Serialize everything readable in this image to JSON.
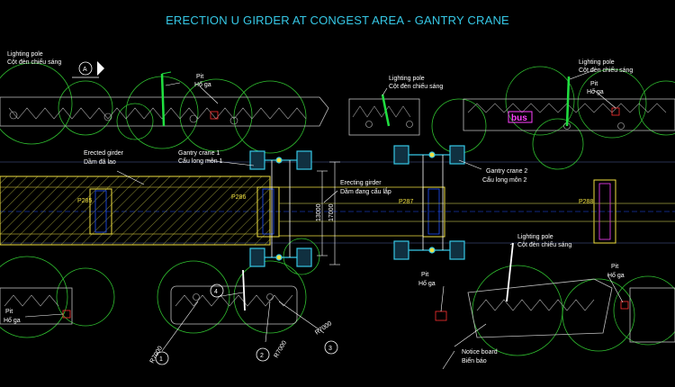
{
  "title": "ERECTION U GIRDER AT CONGEST AREA - GANTRY CRANE",
  "north_mark": "A",
  "labels": {
    "lighting_pole_en": "Lighting pole",
    "lighting_pole_vi": "Cột đèn chiếu sáng",
    "pit_en": "Pit",
    "pit_vi": "Hố ga",
    "erected_en": "Erected girder",
    "erected_vi": "Dầm đã lao",
    "gantry1_en": "Gantry crane 1",
    "gantry1_vi": "Cẩu long môn 1",
    "gantry2_en": "Gantry crane 2",
    "gantry2_vi": "Cẩu long môn 2",
    "erecting_en": "Erecting girder",
    "erecting_vi": "Dầm đang cẩu lắp",
    "bus": "bus",
    "notice_en": "Notice board",
    "notice_vi": "Biển báo"
  },
  "piers": {
    "p1": "P285",
    "p2": "P286",
    "p3": "P287",
    "p4": "P288"
  },
  "dims": {
    "d1": "13000",
    "d2": "17000"
  },
  "radii": {
    "r1": "R7000",
    "r2": "R7000",
    "r3": "R7000"
  },
  "markers": {
    "m1": "1",
    "m2": "2",
    "m3": "3",
    "m4": "4"
  },
  "colors": {
    "background": "#000000",
    "girder": "#f0e040",
    "crane": "#36c8e6",
    "tree": "#30c030",
    "pole": "#20e040"
  }
}
